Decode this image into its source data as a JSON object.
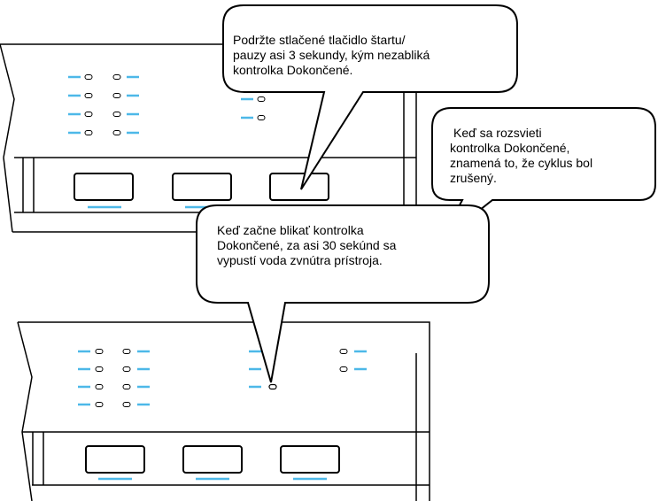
{
  "colors": {
    "background": "#ffffff",
    "outline": "#000000",
    "indicator_accent": "#4db8e8"
  },
  "callouts": {
    "top": {
      "lines": [
        "Podržte stlačené tlačidlo štartu/",
        "pauzy asi 3 sekundy, kým nezabliká",
        "kontrolka Dokončené."
      ]
    },
    "right": {
      "lines": [
        "Keď sa rozsvieti",
        "kontrolka Dokončené,",
        "znamená to, že cyklus bol",
        "zrušený."
      ]
    },
    "middle": {
      "lines": [
        "Keď začne blikať kontrolka",
        "Dokončené, za asi 30 sekúnd sa",
        "vypustí voda zvnútra prístroja."
      ]
    }
  },
  "panels": {
    "top": {
      "button_count": 3
    },
    "bottom": {
      "button_count": 3
    }
  }
}
